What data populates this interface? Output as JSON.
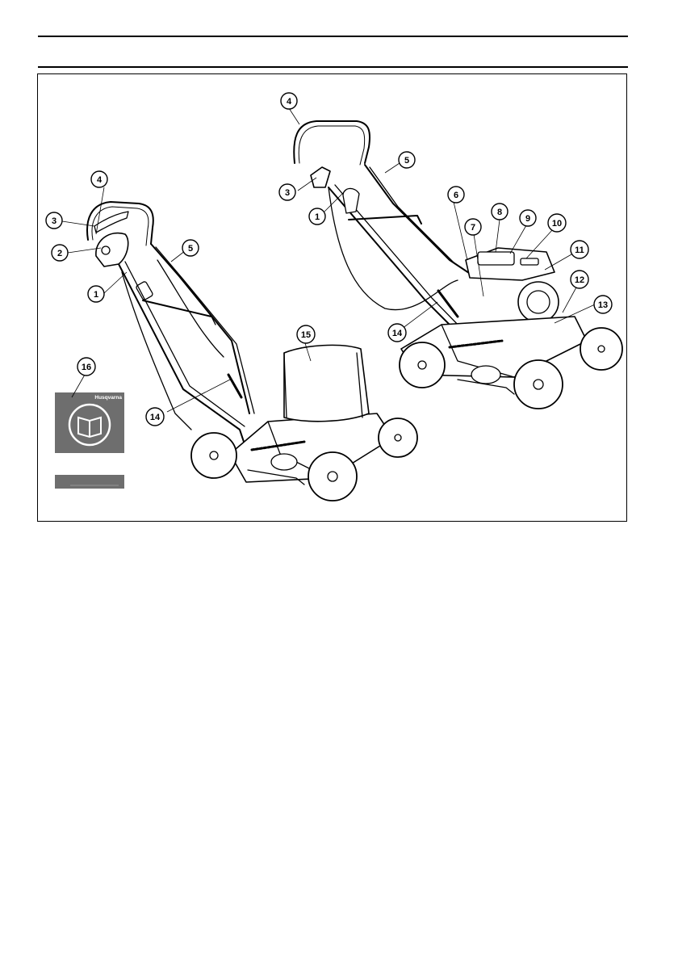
{
  "manual": {
    "brand": "Husqvarna"
  },
  "callouts": {
    "left": [
      "1",
      "2",
      "3",
      "4",
      "5",
      "14",
      "15",
      "16"
    ],
    "right": [
      "1",
      "3",
      "4",
      "5",
      "6",
      "7",
      "8",
      "9",
      "10",
      "11",
      "12",
      "13",
      "14"
    ]
  },
  "colors": {
    "line": "#000000",
    "background": "#ffffff",
    "manual_cover": "#6e6e6e"
  }
}
